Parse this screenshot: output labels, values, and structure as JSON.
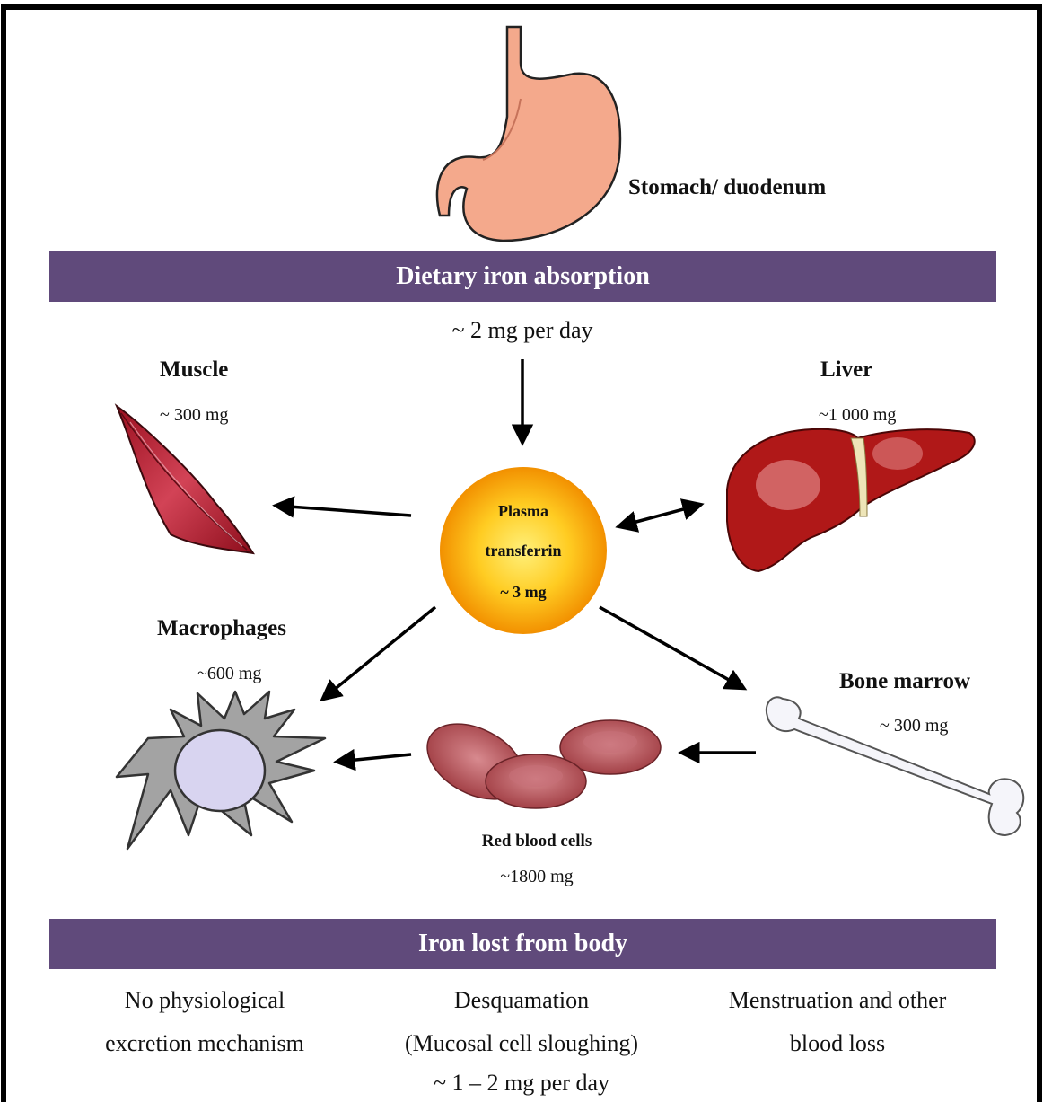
{
  "stomach": {
    "label": "Stomach/ duodenum"
  },
  "absorption": {
    "banner": "Dietary iron absorption",
    "amount": "~ 2 mg per day"
  },
  "plasma": {
    "line1": "Plasma",
    "line2": "transferrin",
    "amount": "~ 3 mg"
  },
  "muscle": {
    "label": "Muscle",
    "amount": "~ 300 mg"
  },
  "liver": {
    "label": "Liver",
    "amount": "~1 000 mg"
  },
  "macrophages": {
    "label": "Macrophages",
    "amount": "~600 mg"
  },
  "bone_marrow": {
    "label": "Bone marrow",
    "amount": "~ 300 mg"
  },
  "rbc": {
    "label": "Red blood cells",
    "amount": "~1800 mg"
  },
  "loss": {
    "banner": "Iron lost from body",
    "col1": {
      "line1": "No physiological",
      "line2": "excretion mechanism"
    },
    "col2": {
      "line1": "Desquamation",
      "line2": "(Mucosal cell sloughing)",
      "line3": "~ 1 – 2 mg per day"
    },
    "col3": {
      "line1": "Menstruation and other",
      "line2": "blood loss"
    }
  },
  "colors": {
    "banner": "#604a7b",
    "stomach": "#f4a98c",
    "muscle": "#b51c2e",
    "liver": "#b01818",
    "plasma_center": "#ffe15a",
    "plasma_edge": "#f29a00",
    "rbc": "#b8545a",
    "macrophage": "#a3a3a3",
    "nucleus": "#d8d4f0"
  }
}
